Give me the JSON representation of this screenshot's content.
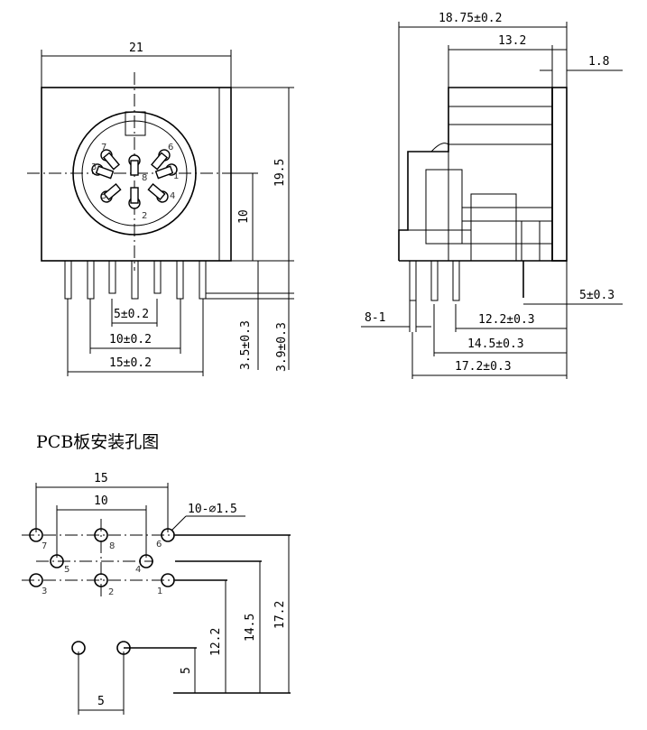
{
  "front_view": {
    "width": "21",
    "height": "19.5",
    "center_height": "10",
    "pin_spacing_5": "5±0.2",
    "pin_spacing_10": "10±0.2",
    "pin_spacing_15": "15±0.2",
    "pin_length_a": "3.5±0.3",
    "pin_length_b": "3.9±0.3",
    "pin_numbers": [
      "7",
      "6",
      "3",
      "8",
      "1",
      "5",
      "4",
      "2"
    ]
  },
  "side_view": {
    "depth": "18.75±0.2",
    "body": "13.2",
    "flange": "1.8",
    "pin_callout": "8-1",
    "d_12_2": "12.2±0.3",
    "d_14_5": "14.5±0.3",
    "d_17_2": "17.2±0.3",
    "d_5": "5±0.3"
  },
  "pcb": {
    "title": "PCB板安装孔图",
    "hole_callout": "10-⌀1.5",
    "w15": "15",
    "w10": "10",
    "w5": "5",
    "h5": "5",
    "h12_2": "12.2",
    "h14_5": "14.5",
    "h17_2": "17.2",
    "hole_numbers": [
      "7",
      "8",
      "6",
      "5",
      "4",
      "3",
      "2",
      "1"
    ]
  }
}
